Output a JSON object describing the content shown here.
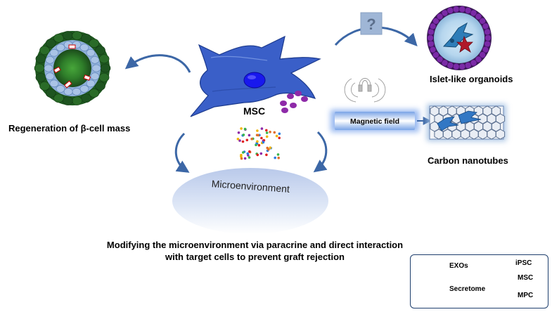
{
  "labels": {
    "msc": "MSC",
    "regeneration": "Regeneration of β-cell mass",
    "islet_organoids": "Islet-like organoids",
    "carbon_nanotubes": "Carbon nanotubes",
    "magnetic_field": "Magnetic field",
    "microenvironment": "Microenvironment",
    "question": "?",
    "caption_line1": "Modifying the microenvironment via paracrine and direct interaction",
    "caption_line2": "with target cells to prevent graft rejection"
  },
  "legend": {
    "exos": "EXOs",
    "secretome": "Secretome",
    "ipsc": "iPSC",
    "msc": "MSC",
    "mpc": "MPC"
  },
  "colors": {
    "cell_blue": "#3a5fc8",
    "arrow_blue": "#3c67a6",
    "exo_purple": "#8e2aa8",
    "islet_green": "#2d6b2a",
    "legend_border": "#1f3f6e",
    "mpc_red": "#b0182a"
  }
}
